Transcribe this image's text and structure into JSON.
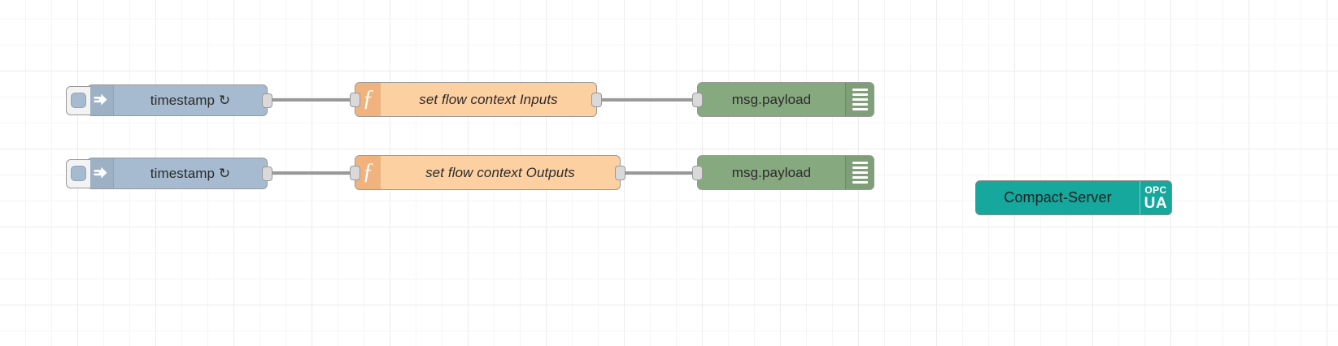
{
  "editor": {
    "app": "Node-RED",
    "canvas_background": "#ffffff",
    "grid_minor_color": "#f5f5f5",
    "grid_major_color": "#ececec",
    "grid_minor_size": 32,
    "grid_major_size": 96
  },
  "palette": {
    "inject_color": "#a6bbcf",
    "function_color": "#fdd0a2",
    "function_icon_color": "#f0b37e",
    "debug_color": "#87a980",
    "opcua_color": "#16a79d",
    "wire_color": "#999999",
    "port_color": "#d9d9d9",
    "border_color": "#999999",
    "text_color": "#2b2b2b"
  },
  "flows": [
    {
      "id": "row-inputs",
      "nodes": {
        "inject": {
          "label": "timestamp ↻",
          "icon": "inject-arrow-icon",
          "button": "inject-trigger-button",
          "type": "inject"
        },
        "function": {
          "label": "set flow context Inputs",
          "icon": "function-f-icon",
          "type": "function"
        },
        "debug": {
          "label": "msg.payload",
          "icon": "debug-bars-icon",
          "type": "debug",
          "status_button": "debug-enable-toggle"
        }
      }
    },
    {
      "id": "row-outputs",
      "nodes": {
        "inject": {
          "label": "timestamp ↻",
          "icon": "inject-arrow-icon",
          "button": "inject-trigger-button",
          "type": "inject"
        },
        "function": {
          "label": "set flow context Outputs",
          "icon": "function-f-icon",
          "type": "function"
        },
        "debug": {
          "label": "msg.payload",
          "icon": "debug-bars-icon",
          "type": "debug",
          "status_button": "debug-enable-toggle"
        }
      }
    }
  ],
  "standalone": {
    "opcua_server": {
      "label": "Compact-Server",
      "badge_top": "OPC",
      "badge_bottom": "UA",
      "type": "opcua-server"
    }
  }
}
